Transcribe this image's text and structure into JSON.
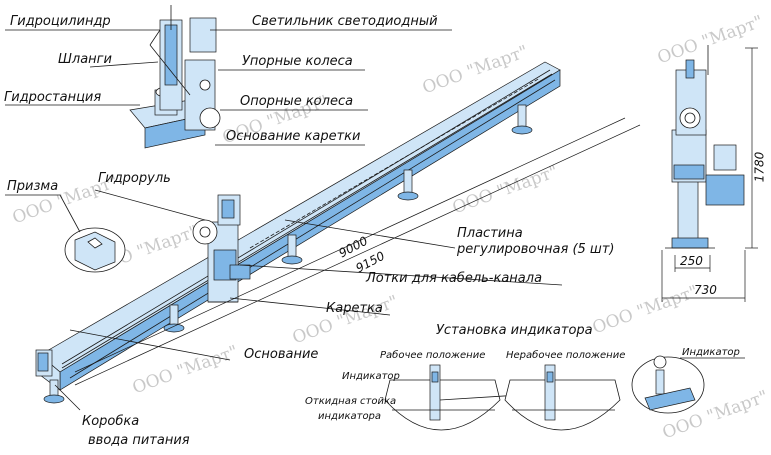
{
  "labels": {
    "hydrocylinder": "Гидроцилиндр",
    "hoses": "Шланги",
    "hydrostation": "Гидростанция",
    "led_lamp": "Светильник светодиодный",
    "thrust_wheels": "Упорные колеса",
    "support_wheels": "Опорные колеса",
    "carriage_base": "Основание каретки",
    "prism": "Призма",
    "hydro_steering": "Гидроруль",
    "adjusting_plate_1": "Пластина",
    "adjusting_plate_2": "регулировочная (5 шт)",
    "cable_trays": "Лотки для кабель-канала",
    "carriage": "Каретка",
    "base": "Основание",
    "power_box_1": "Коробка",
    "power_box_2": "ввода питания",
    "indicator_setup": "Установка индикатора",
    "working_position": "Рабочее положение",
    "nonworking_position": "Нерабочее положение",
    "indicator_a": "Индикатор",
    "indicator_b": "Индикатор",
    "folding_stand_1": "Откидная стойка",
    "folding_stand_2": "индикатора"
  },
  "dimensions": {
    "length_9000": "9000",
    "length_9150": "9150",
    "height_1780": "1780",
    "width_250": "250",
    "width_730": "730"
  },
  "watermark": "ООО \"Март\"",
  "colors": {
    "machine_blue": "#7fb6e6",
    "machine_light": "#cfe5f7",
    "line": "#1a1a1a",
    "watermark": "#c9c9c9"
  }
}
